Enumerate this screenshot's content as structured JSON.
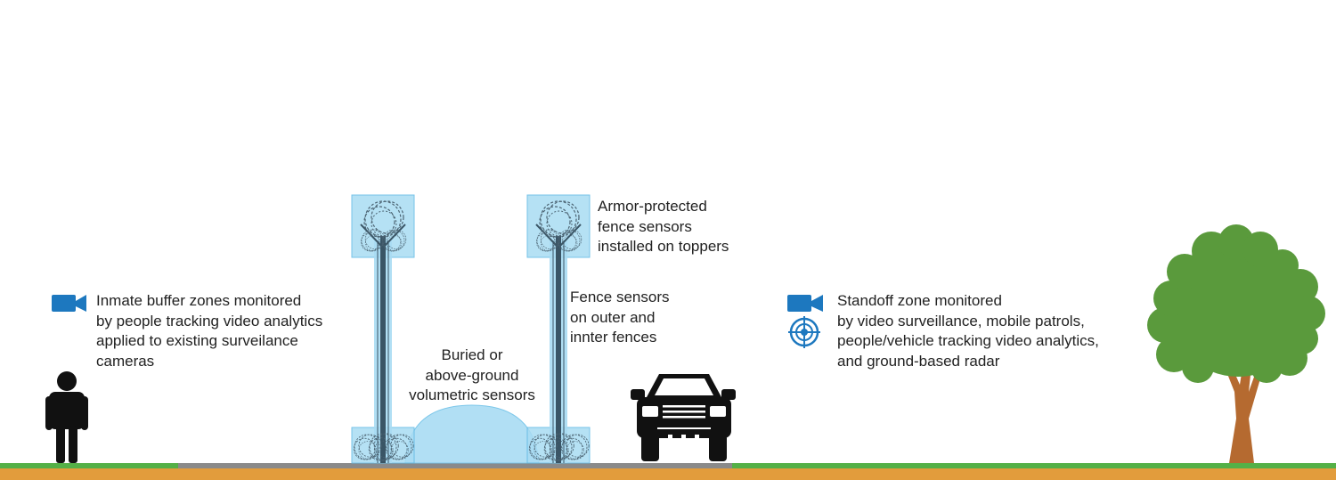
{
  "labels": {
    "inmate_buffer": [
      "Inmate buffer zones monitored",
      "by people tracking video analytics",
      "applied to existing surveilance",
      "cameras"
    ],
    "armor_toppers": [
      "Armor-protected",
      "fence sensors",
      "installed on toppers"
    ],
    "fence_sensors": [
      "Fence sensors",
      "on outer and",
      "innter fences"
    ],
    "volumetric": [
      "Buried or",
      "above-ground",
      "volumetric sensors"
    ],
    "standoff": [
      "Standoff zone monitored",
      "by video surveillance, mobile patrols,",
      "people/vehicle tracking video analytics,",
      "and ground-based radar"
    ]
  },
  "icons": {
    "camera_left": "video-camera-icon",
    "camera_right": "video-camera-icon",
    "radar": "radar-target-icon",
    "person": "person-icon",
    "truck": "truck-icon",
    "tree": "tree-icon",
    "razor_wire": "razor-wire-icon"
  },
  "colors": {
    "ground_grass": "#54b047",
    "ground_soil": "#e29c3c",
    "road": "#8a8a8a",
    "sensor_zone": "#a9dcf3",
    "icon_blue": "#1d78bf",
    "tree_canopy": "#5a9a3c",
    "tree_trunk": "#b56a30",
    "silhouette": "#111111"
  }
}
